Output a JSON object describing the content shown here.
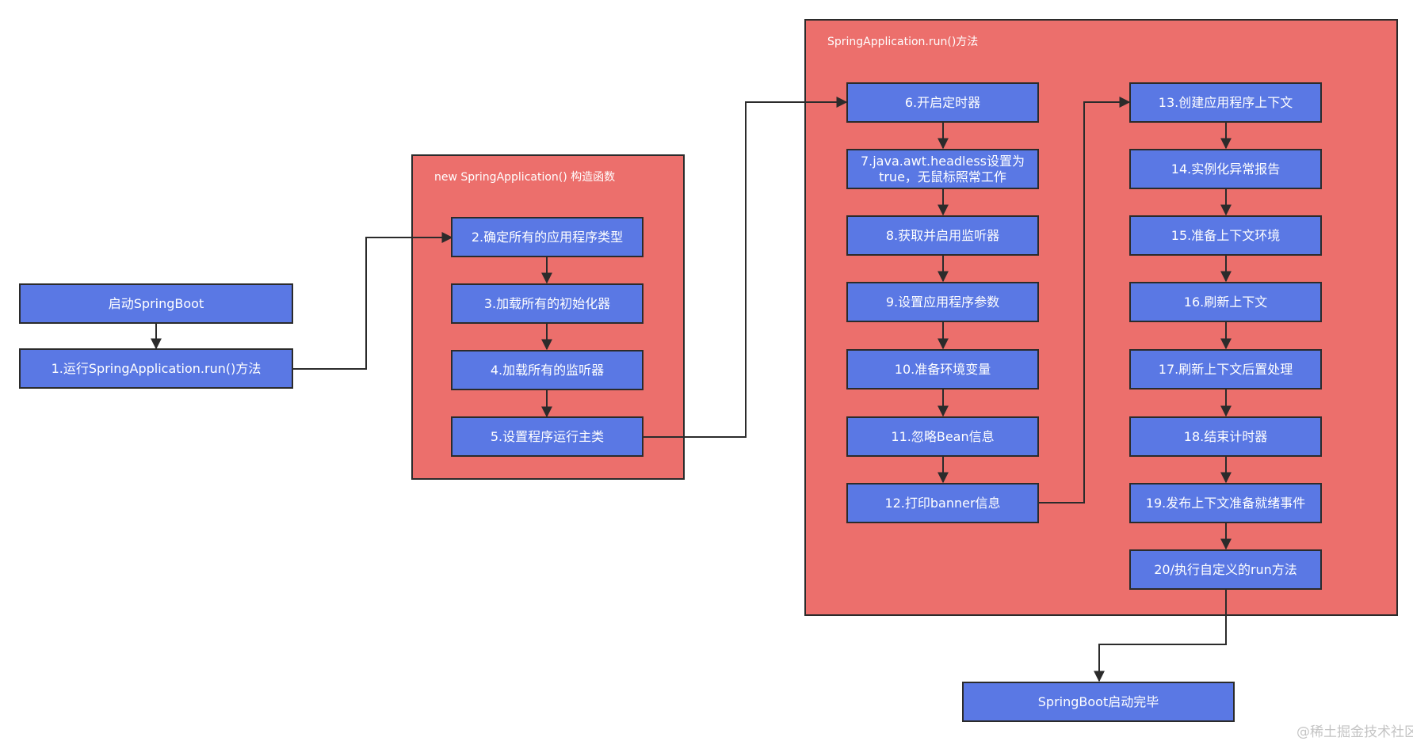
{
  "groups": {
    "constructor": {
      "title": "new SpringApplication() 构造函数"
    },
    "run_method": {
      "title": "SpringApplication.run()方法"
    }
  },
  "nodes": {
    "start": "启动SpringBoot",
    "s1": "1.运行SpringApplication.run()方法",
    "s2": "2.确定所有的应用程序类型",
    "s3": "3.加载所有的初始化器",
    "s4": "4.加载所有的监听器",
    "s5": "5.设置程序运行主类",
    "s6": "6.开启定时器",
    "s7a": "7.java.awt.headless设置为",
    "s7b": "true，无鼠标照常工作",
    "s8": "8.获取并启用监听器",
    "s9": "9.设置应用程序参数",
    "s10": "10.准备环境变量",
    "s11": "11.忽略Bean信息",
    "s12": "12.打印banner信息",
    "s13": "13.创建应用程序上下文",
    "s14": "14.实例化异常报告",
    "s15": "15.准备上下文环境",
    "s16": "16.刷新上下文",
    "s17": "17.刷新上下文后置处理",
    "s18": "18.结束计时器",
    "s19": "19.发布上下文准备就绪事件",
    "s20": "20/执行自定义的run方法",
    "end": "SpringBoot启动完毕"
  },
  "watermark": "@稀土掘金技术社区",
  "colors": {
    "node_fill": "#5a78e4",
    "group_fill": "#ec6f6c",
    "border": "#2b2b2b",
    "text": "#ffffff"
  }
}
